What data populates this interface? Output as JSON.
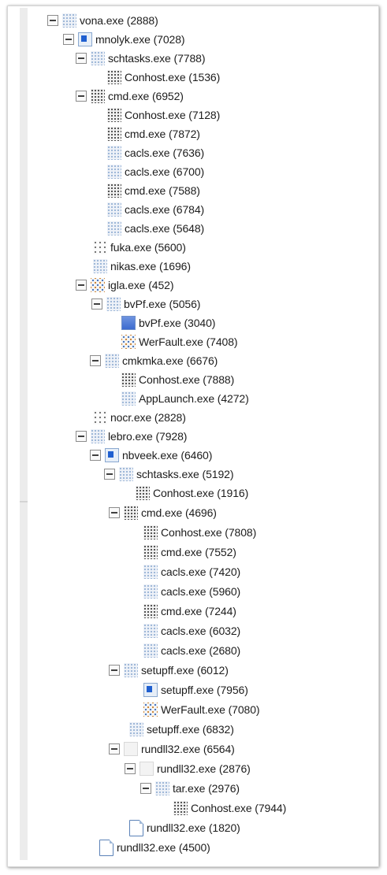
{
  "tree": {
    "nodes": [
      {
        "label": "vona.exe (2888)",
        "icon": "process-icon",
        "expanded": true
      },
      {
        "label": "mnolyk.exe (7028)",
        "icon": "window-process-icon",
        "expanded": true
      },
      {
        "label": "schtasks.exe (7788)",
        "icon": "process-icon",
        "expanded": true
      },
      {
        "label": "Conhost.exe (1536)",
        "icon": "console-process-icon"
      },
      {
        "label": "cmd.exe (6952)",
        "icon": "console-process-icon",
        "expanded": true
      },
      {
        "label": "Conhost.exe (7128)",
        "icon": "console-process-icon"
      },
      {
        "label": "cmd.exe (7872)",
        "icon": "console-process-icon"
      },
      {
        "label": "cacls.exe (7636)",
        "icon": "process-icon"
      },
      {
        "label": "cacls.exe (6700)",
        "icon": "process-icon"
      },
      {
        "label": "cmd.exe (7588)",
        "icon": "console-process-icon"
      },
      {
        "label": "cacls.exe (6784)",
        "icon": "process-icon"
      },
      {
        "label": "cacls.exe (5648)",
        "icon": "process-icon"
      },
      {
        "label": "fuka.exe (5600)",
        "icon": "sparse-process-icon"
      },
      {
        "label": "nikas.exe (1696)",
        "icon": "process-icon"
      },
      {
        "label": "igla.exe (452)",
        "icon": "color-process-icon",
        "expanded": true
      },
      {
        "label": "bvPf.exe (5056)",
        "icon": "process-icon",
        "expanded": true
      },
      {
        "label": "bvPf.exe (3040)",
        "icon": "window-full-icon"
      },
      {
        "label": "WerFault.exe (7408)",
        "icon": "color-process-icon"
      },
      {
        "label": "cmkmka.exe (6676)",
        "icon": "process-icon",
        "expanded": true
      },
      {
        "label": "Conhost.exe (7888)",
        "icon": "console-process-icon"
      },
      {
        "label": "AppLaunch.exe (4272)",
        "icon": "process-icon"
      },
      {
        "label": "nocr.exe (2828)",
        "icon": "sparse-process-icon"
      },
      {
        "label": "lebro.exe (7928)",
        "icon": "process-icon",
        "expanded": true
      },
      {
        "label": "nbveek.exe (6460)",
        "icon": "window-process-icon",
        "expanded": true
      },
      {
        "label": "schtasks.exe (5192)",
        "icon": "process-icon",
        "expanded": true
      },
      {
        "label": "Conhost.exe (1916)",
        "icon": "console-process-icon"
      },
      {
        "label": "cmd.exe (4696)",
        "icon": "console-process-icon",
        "expanded": true
      },
      {
        "label": "Conhost.exe (7808)",
        "icon": "console-process-icon"
      },
      {
        "label": "cmd.exe (7552)",
        "icon": "console-process-icon"
      },
      {
        "label": "cacls.exe (7420)",
        "icon": "process-icon"
      },
      {
        "label": "cacls.exe (5960)",
        "icon": "process-icon"
      },
      {
        "label": "cmd.exe (7244)",
        "icon": "console-process-icon"
      },
      {
        "label": "cacls.exe (6032)",
        "icon": "process-icon"
      },
      {
        "label": "cacls.exe (2680)",
        "icon": "process-icon"
      },
      {
        "label": "setupff.exe (6012)",
        "icon": "process-icon",
        "expanded": true
      },
      {
        "label": "setupff.exe (7956)",
        "icon": "window-process-icon"
      },
      {
        "label": "WerFault.exe (7080)",
        "icon": "color-process-icon"
      },
      {
        "label": "setupff.exe (6832)",
        "icon": "process-icon"
      },
      {
        "label": "rundll32.exe (6564)",
        "icon": "blank-process-icon",
        "expanded": true
      },
      {
        "label": "rundll32.exe (2876)",
        "icon": "blank-process-icon",
        "expanded": true
      },
      {
        "label": "tar.exe (2976)",
        "icon": "process-icon",
        "expanded": true
      },
      {
        "label": "Conhost.exe (7944)",
        "icon": "console-process-icon"
      },
      {
        "label": "rundll32.exe (1820)",
        "icon": "document-icon"
      },
      {
        "label": "rundll32.exe (4500)",
        "icon": "document-icon"
      }
    ]
  }
}
